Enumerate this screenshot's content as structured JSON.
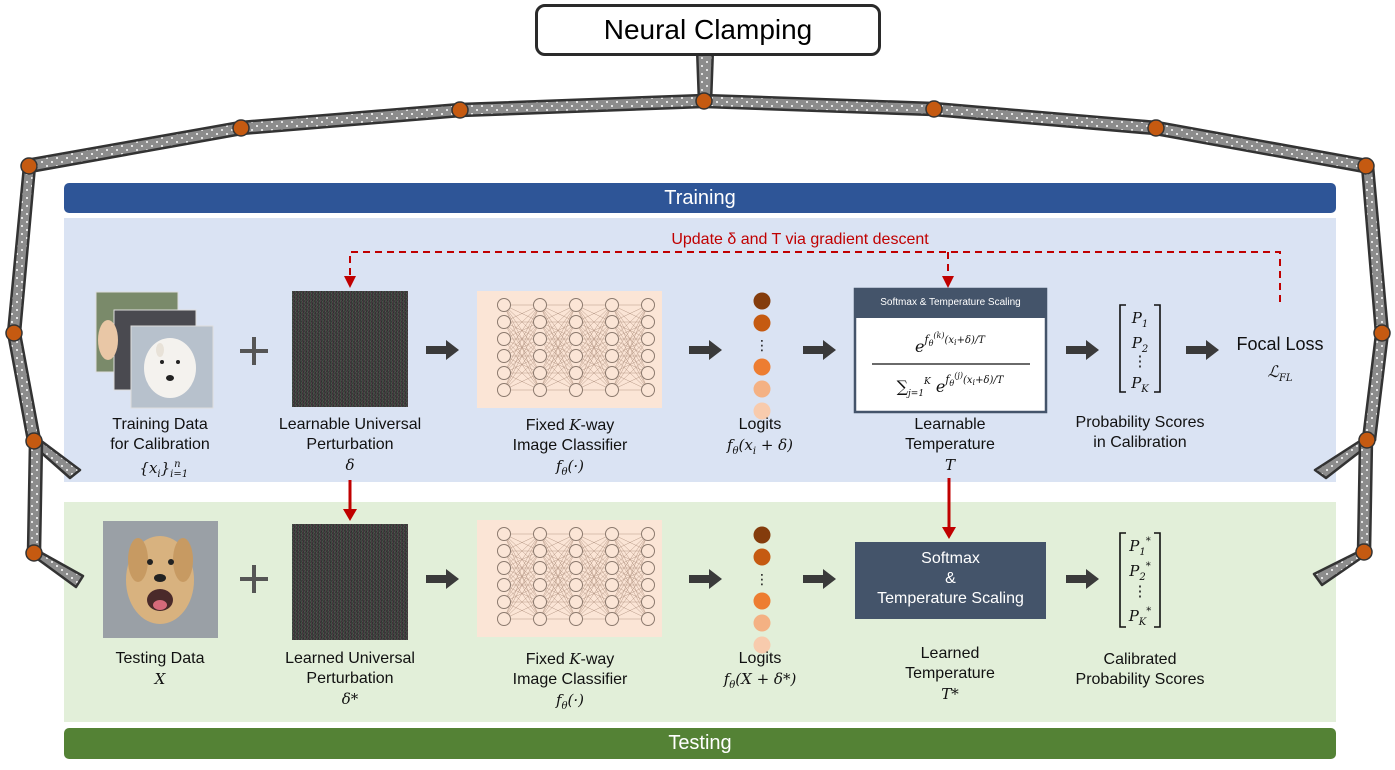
{
  "title": "Neural Clamping",
  "training": {
    "banner": "Training",
    "update_note": "Update δ and T via gradient descent",
    "data_label_1": "Training Data",
    "data_label_2": "for Calibration",
    "data_math": "{x_i}_{i=1}^n",
    "perturb_label_1": "Learnable Universal",
    "perturb_label_2": "Perturbation",
    "perturb_math": "δ",
    "classifier_label_1": "Fixed K-way",
    "classifier_label_2": "Image Classifier",
    "classifier_math": "f_θ(·)",
    "logits_label": "Logits",
    "logits_math": "f_θ(x_i + δ)",
    "softmax_header": "Softmax & Temperature Scaling",
    "temp_label_1": "Learnable",
    "temp_label_2": "Temperature",
    "temp_math": "T",
    "prob_label_1": "Probability Scores",
    "prob_label_2": "in Calibration",
    "loss_label": "Focal Loss",
    "loss_math": "ℒ_FL"
  },
  "testing": {
    "banner": "Testing",
    "data_label": "Testing Data",
    "data_math": "X",
    "perturb_label_1": "Learned Universal",
    "perturb_label_2": "Perturbation",
    "perturb_math": "δ*",
    "classifier_label_1": "Fixed K-way",
    "classifier_label_2": "Image Classifier",
    "classifier_math": "f_θ(·)",
    "logits_label": "Logits",
    "logits_math": "f_θ(X + δ*)",
    "softmax_line_1": "Softmax",
    "softmax_line_2": "&",
    "softmax_line_3": "Temperature Scaling",
    "temp_label_1": "Learned",
    "temp_label_2": "Temperature",
    "temp_math": "T*",
    "prob_label_1": "Calibrated",
    "prob_label_2": "Probability Scores"
  },
  "colors": {
    "training_banner": "#2e5597",
    "training_panel": "#dae3f3",
    "testing_banner": "#548235",
    "testing_panel": "#e2efd9",
    "arrow_red": "#c00000",
    "arrow_dark": "#3a3a3a",
    "clamp_gray": "#8c8c8c",
    "joint_orange": "#c55a11",
    "softmax_box": "#44546a",
    "network_bg": "#fbe5d6"
  },
  "icons": [
    "plus-icon",
    "right-arrow-icon",
    "neural-network-icon",
    "logit-dots-icon",
    "clamp-joint-icon"
  ]
}
